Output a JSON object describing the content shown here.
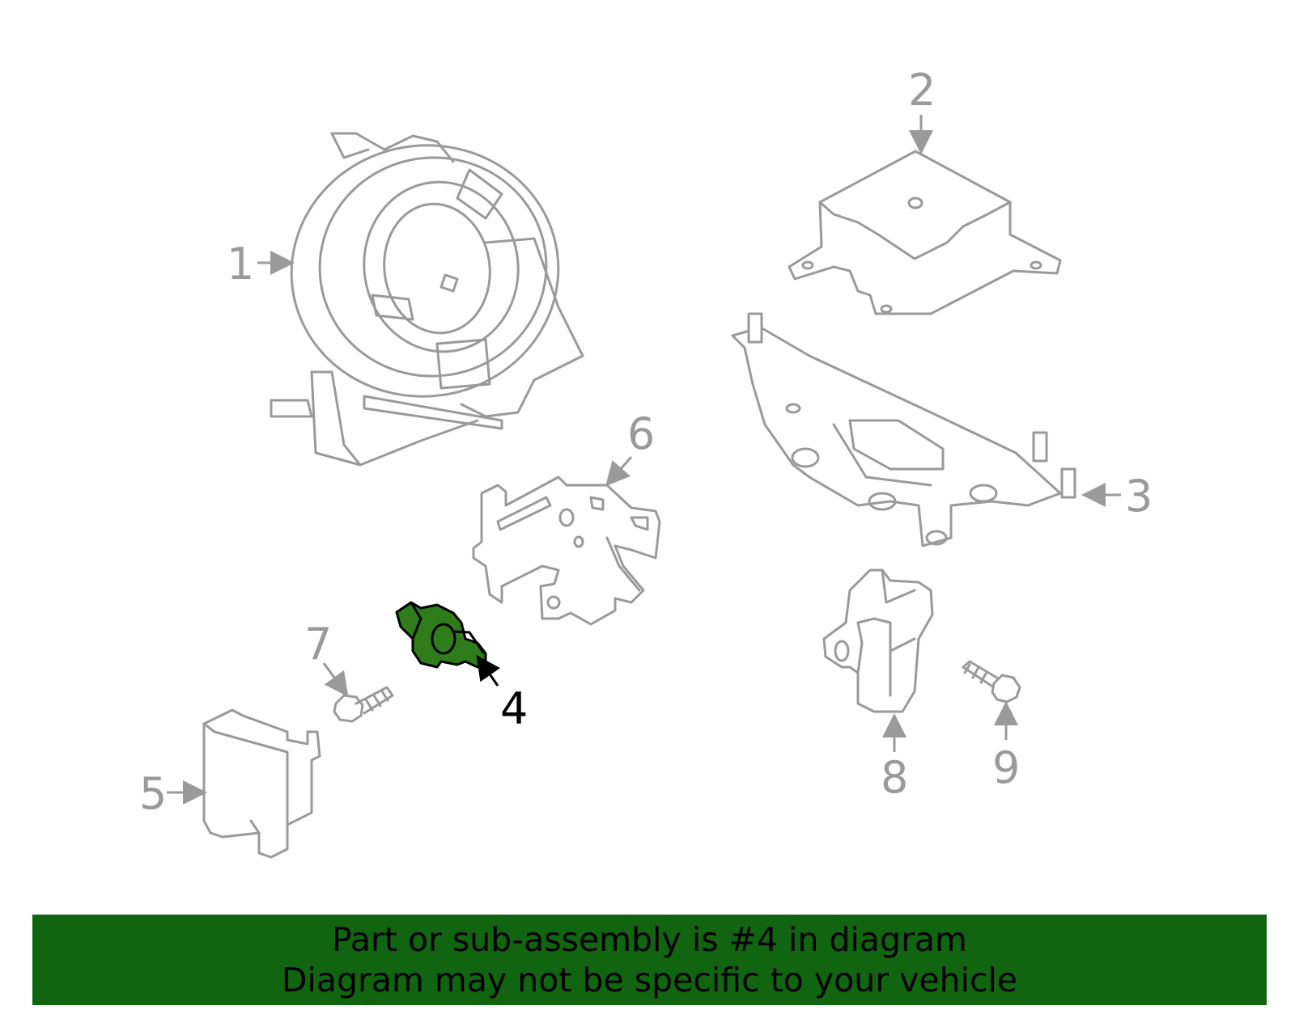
{
  "colors": {
    "highlight": "#2e7d1a",
    "banner": "#116410",
    "part_outline": "#9a9a9a",
    "text_active": "#000000"
  },
  "callouts": {
    "c1": "1",
    "c2": "2",
    "c3": "3",
    "c4": "4",
    "c5": "5",
    "c6": "6",
    "c7": "7",
    "c8": "8",
    "c9": "9"
  },
  "banner": {
    "line1": "Part or sub-assembly is #4 in diagram",
    "line2": "Diagram may not be specific to your vehicle"
  }
}
